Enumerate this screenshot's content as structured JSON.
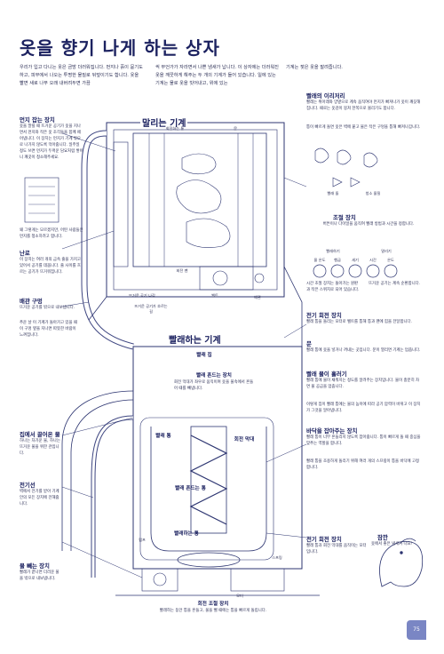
{
  "title": "옷을 향기 나게 하는 상자",
  "intro": {
    "col1": "우리가 입고 다니는 옷은 금방 더러워집니다. 먼지나 흙이 묻기도 하고, 피부에서 나오는 투명한 물질로 뒤덮이기도 합니다. 옷을 빨면 새로 나무 오래 내버려두면 가끔",
    "col2": "씩 무언가가 자라면서 나쁜 냄새가 납니다. 이 상자에는 더러워진 옷을 깨끗하게 해주는 두 개의 기계가 들어 있습니다. 일에 있는 기계는 물로 옷을 빗어내고, 위에 있는",
    "col3": "기계는 젖은 옷을 말려줍니다."
  },
  "sections": {
    "dryer": "말리는 기계",
    "washer": "빨래하는 기계"
  },
  "left_notes": {
    "lint_title": "먼지 잡는 장치",
    "lint_text": "옷을 말릴 때 뜨거운 공기가 옷을 지나면서 먼지와 작은 옷 조각들을 함께 떼어냅니다. 이 장치는 먼지가 기계 밖으로 나가지 않도록 막아줍니다. 일주일 정도 쓰면 먼지가 두꺼운 담요처럼 쌓이니 깨끗이 청소해주세요.",
    "lint_box_caption": "왜 그렇게는 모르겠지만, 어떤 사람들은 먼지를 청소하려고 합니다.",
    "heater_title": "난로",
    "heater_text": "이 장치는 여러 개의 금속 줄을 가지고 있어서 공기를 데웁니다. 줄 사이를 흐르는 공기가 뜨거워집니다.",
    "pipe_title": "배관 구멍",
    "pipe_text": "뜨거운 공기를 밖으로 내보냅니다.",
    "pipe_text2": "추운 날 이 기계가 돌아가고 있을 때 이 구멍 옆을 지나면 따뜻한 바람이 느껴집니다.",
    "plug_title": "집에서 끌어온 물",
    "plug_text": "하나는 차가운 물, 하나는 뜨거운 물을 위한 관입니다.",
    "power_title": "전기선",
    "power_text": "벽에서 전기를 받아 기계 안의 모든 장치에 전해줍니다.",
    "drain_title": "물 빼는 장치",
    "drain_text": "빨래가 끝나면 더러운 물을 밖으로 내보냅니다."
  },
  "center_labels": {
    "drum": "회전하는 통",
    "door": "문",
    "blower": "회전 팬",
    "airflow": "뜨거운 공기가 흐르는 길",
    "motor_belt": "벨트",
    "shaft_tube": "배관",
    "lid_top": "빨래 집",
    "hose": "빨래 통",
    "agitator": "회전 막대",
    "tub": "빨래하는 통",
    "pump": "펌프",
    "spring": "스프링",
    "motor": "모터",
    "dryer_vent": "뜨거운 공기 나감"
  },
  "washer_labels": {
    "motor_title": "빨래 흔드는 장치",
    "motor_text": "회전 막대가 좌우로 움직이며 옷을 물속에서 흔들어 때를 빼냅니다.",
    "inner": "빨래 흔드는 통",
    "drum_label": "회전 조절 장치",
    "drum_text": "빨래하는 동안 통을 흔들고, 물을 뺄 때에는 통을 빠르게 돌립니다."
  },
  "right_notes": {
    "crossing_title": "빨래의 이리저리",
    "crossing_text": "빨래는 위아래와 양옆으로 계속 움직여야 먼지가 빠져나가 옷이 깨끗해집니다. 때로는 옷감이 뭉쳐 한쪽으로 몰리기도 합니다.",
    "crossing_text2": "통이 빠르게 돌면 옷은 벽에 붙고 물은 작은 구멍을 통해 빠져나갑니다.",
    "clothes_label_1": "빨래 돌",
    "clothes_label_2": "청소 물질",
    "control_title": "조절 장치",
    "control_text": "버튼이나 다이얼을 움직여 빨래 방법과 시간을 정합니다.",
    "control_dial_1": "빨래하기",
    "control_dial_2": "말리기",
    "control_sub_1": "물 온도",
    "control_sub_2": "헹굼",
    "control_sub_3": "세기",
    "control_sub_4": "시간",
    "control_sub_5": "온도",
    "control_caption": "시간 조절 장치는 돌아가는 원판과 작은 스위치로 되어 있습니다.",
    "control_caption2": "뜨거운 공기는 계속 순환합니다.",
    "electric_title": "전기 회전 장치",
    "electric_text": "빨래 통을 돌리는 모터로 벨트를 통해 통과 팬에 힘을 전달합니다.",
    "door_title": "문",
    "door_text": "빨래 통에 옷을 넣거나 꺼내는 곳입니다. 문이 열리면 기계는 멈춥니다.",
    "belt_title": "빨래 물이 흘러기",
    "belt_text": "빨래 통에 물이 채워지는 정도를 알려주는 장치입니다. 물이 충분히 차면 물 공급을 멈춥니다.",
    "belt_text2": "이렇게 집이 빨래 통에는 물의 높이에 따라 공기 압력이 바뀌고 이 장치가 그것을 알아냅니다.",
    "twin_title": "바닥을 잡아주는 장치",
    "twin_text": "빨래 통이 너무 흔들리지 않도록 잡아줍니다. 통이 빠르게 돌 때 중심을 맞추는 역할을 합니다.",
    "twin_text2": "빨래 통을 조용하게 돌리기 위해 여러 개의 스프링이 통을 바닥에 고정합니다.",
    "motor2_title": "전기 회전 장치",
    "motor2_text": "빨래 통과 회전 막대를 움직이는 모터입니다.",
    "squirrel_title": "잠깐",
    "squirrel_text": "옷에서 좋은 냄새가 나요!"
  },
  "page_number": "75"
}
